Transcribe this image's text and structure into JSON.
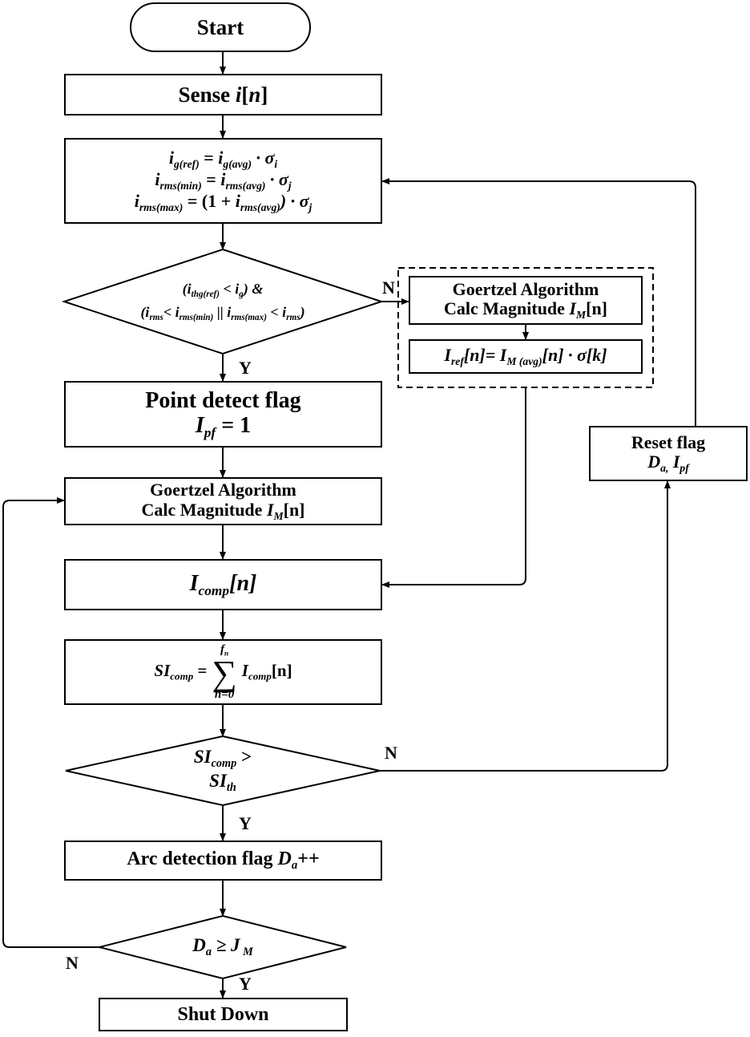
{
  "nodes": {
    "start": "Start",
    "sense": {
      "text": "Sense ",
      "var": "i",
      "idx": "n"
    },
    "eq": {
      "l1": {
        "a": "i",
        "a_sub": "g(ref)",
        "b": " = ",
        "c": "i",
        "c_sub": "g(avg)",
        "d": " · σ",
        "d_sub": "i"
      },
      "l2": {
        "a": "i",
        "a_sub": "rms(min)",
        "b": " = ",
        "c": "i",
        "c_sub": "rms(avg)",
        "d": " · σ",
        "d_sub": "j"
      },
      "l3": {
        "a": "i",
        "a_sub": "rms(max)",
        "b": " = (1 + ",
        "c": "i",
        "c_sub": "rms(avg)",
        "d": ") · σ",
        "d_sub": "j"
      }
    },
    "cond1": {
      "l1_a": "(i",
      "l1_a_sub": "thg(ref)",
      "l1_b": " < i",
      "l1_b_sub": "g",
      "l1_c": ") &",
      "l2_a": "(i",
      "l2_a_sub": "rms",
      "l2_b": "< i",
      "l2_b_sub": "rms(min)",
      "l2_c": " || i",
      "l2_c_sub": "rms(max)",
      "l2_d": " < i",
      "l2_d_sub": "rms",
      "l2_e": ")"
    },
    "goertzel_right": {
      "line1": "Goertzel Algorithm",
      "line2": "Calc Magnitude ",
      "var": "I",
      "var_sub": "M",
      "idx": "[n]"
    },
    "iref": {
      "a": "I",
      "a_sub": "ref",
      "b": "[n]= I",
      "b_sub": "M (avg)",
      "c": "[n] · σ[k]"
    },
    "point": {
      "line1": "Point detect flag",
      "var": "I",
      "var_sub": "pf",
      "eq": " = 1"
    },
    "goertzel_main": {
      "line1": "Goertzel Algorithm",
      "line2": "Calc Magnitude ",
      "var": "I",
      "var_sub": "M",
      "idx": "[n]"
    },
    "icomp": {
      "var": "I",
      "var_sub": "comp",
      "idx": "[n]"
    },
    "sum": {
      "lhs": "SI",
      "lhs_sub": "comp",
      "eq": " = ",
      "upper": "f",
      "upper_sub": "n",
      "lower": "n=0",
      "rhs": "I",
      "rhs_sub": "comp",
      "rhs_idx": "[n]"
    },
    "cond2": {
      "l1": "SI",
      "l1_sub": "comp",
      "gt": " >",
      "l2": "SI",
      "l2_sub": "th"
    },
    "arcflag": {
      "text": "Arc detection flag ",
      "var": "D",
      "var_sub": "a",
      "suffix": "++"
    },
    "cond3": {
      "a": "D",
      "a_sub": "a",
      "b": " ≥ J",
      "b_sub": " M"
    },
    "shutdown": "Shut Down",
    "reset": {
      "line1": "Reset flag",
      "a": "D",
      "a_sub": "a,",
      "b": " I",
      "b_sub": "pf"
    }
  },
  "labels": {
    "cond1_no": "N",
    "cond1_yes": "Y",
    "cond2_no": "N",
    "cond2_yes": "Y",
    "cond3_no": "N",
    "cond3_yes": "Y"
  }
}
